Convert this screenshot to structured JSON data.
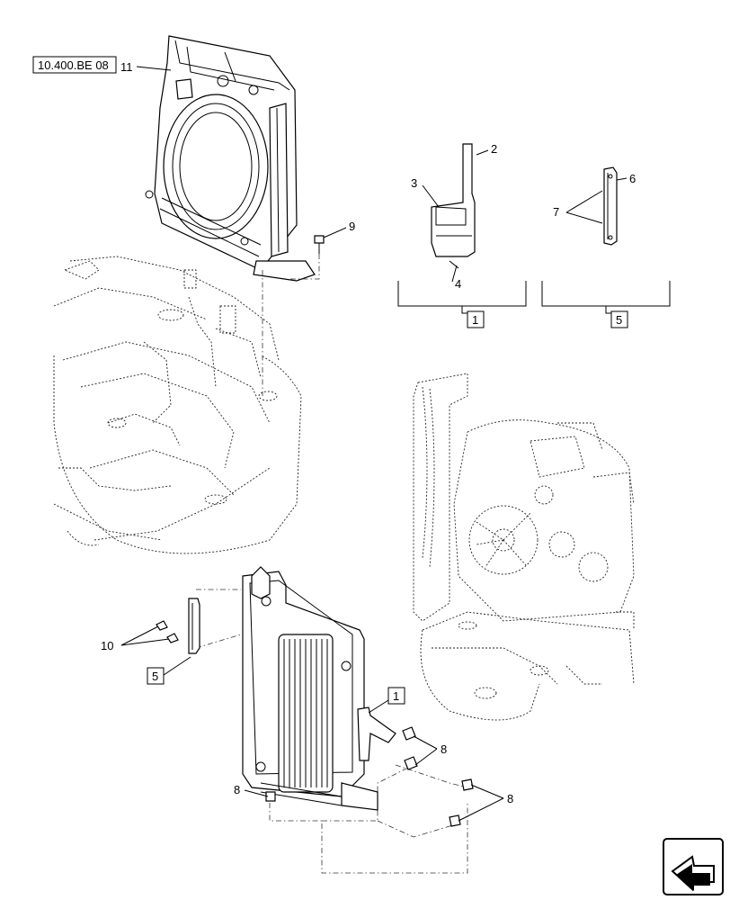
{
  "reference_box": "10.400.BE 08",
  "callouts": {
    "c11": "11",
    "c2": "2",
    "c3": "3",
    "c4": "4",
    "c6": "6",
    "c7": "7",
    "c9": "9",
    "c10": "10",
    "c8a": "8",
    "c8b": "8",
    "c8c": "8"
  },
  "kit_boxes": {
    "kit1_top": "1",
    "kit5_top": "5",
    "kit5_left": "5",
    "kit1_cooler": "1"
  },
  "icons": {
    "nav": "arrow-navigation-icon"
  }
}
